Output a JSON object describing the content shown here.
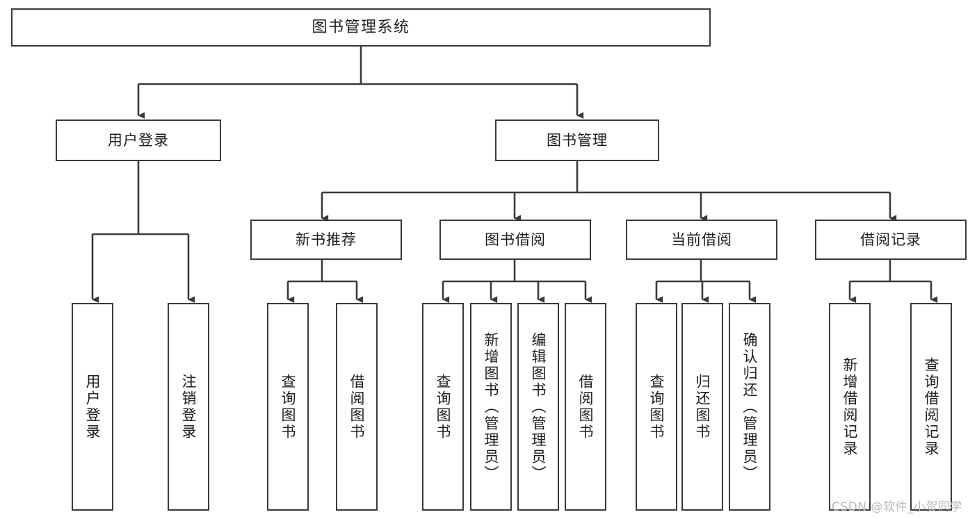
{
  "diagram": {
    "title": "图书管理系统",
    "type": "功能结构图",
    "stroke_color": "#3a3a3a",
    "fill_color": "#ffffff",
    "text_color": "#1d1d1d"
  },
  "root": {
    "label": "图书管理系统"
  },
  "level2": [
    {
      "label": "用户登录"
    },
    {
      "label": "图书管理"
    }
  ],
  "level3": [
    {
      "label": "新书推荐"
    },
    {
      "label": "图书借阅"
    },
    {
      "label": "当前借阅"
    },
    {
      "label": "借阅记录"
    }
  ],
  "leaves": {
    "user_login": [
      {
        "label": "用户登录"
      },
      {
        "label": "注销登录"
      }
    ],
    "new_book": [
      {
        "label": "查询图书"
      },
      {
        "label": "借阅图书"
      }
    ],
    "book_borrow": [
      {
        "label": "查询图书"
      },
      {
        "label": "新增图书（管理员）"
      },
      {
        "label": "编辑图书（管理员）"
      },
      {
        "label": "借阅图书"
      }
    ],
    "current_borrow": [
      {
        "label": "查询图书"
      },
      {
        "label": "归还图书"
      },
      {
        "label": "确认归还（管理员）"
      }
    ],
    "borrow_record": [
      {
        "label": "新增借阅记录"
      },
      {
        "label": "查询借阅记录"
      }
    ]
  },
  "watermark": {
    "text": "CSDN @软件_小贺同学"
  }
}
